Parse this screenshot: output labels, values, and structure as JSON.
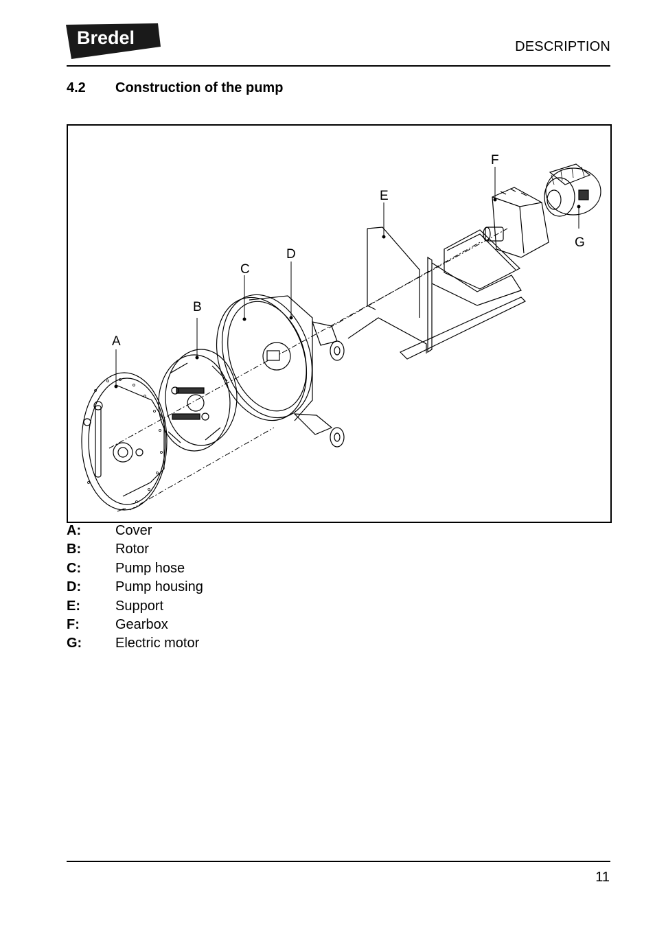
{
  "header": {
    "logo_text": "Bredel",
    "section": "DESCRIPTION"
  },
  "heading": {
    "number": "4.2",
    "title": "Construction of the pump"
  },
  "figure": {
    "callouts": [
      "A",
      "B",
      "C",
      "D",
      "E",
      "F",
      "G"
    ]
  },
  "legend": [
    {
      "key": "A:",
      "label": "Cover"
    },
    {
      "key": "B:",
      "label": "Rotor"
    },
    {
      "key": "C:",
      "label": "Pump hose"
    },
    {
      "key": "D:",
      "label": "Pump housing"
    },
    {
      "key": "E:",
      "label": "Support"
    },
    {
      "key": "F:",
      "label": "Gearbox"
    },
    {
      "key": "G:",
      "label": "Electric motor"
    }
  ],
  "footer": {
    "page_number": "11"
  }
}
